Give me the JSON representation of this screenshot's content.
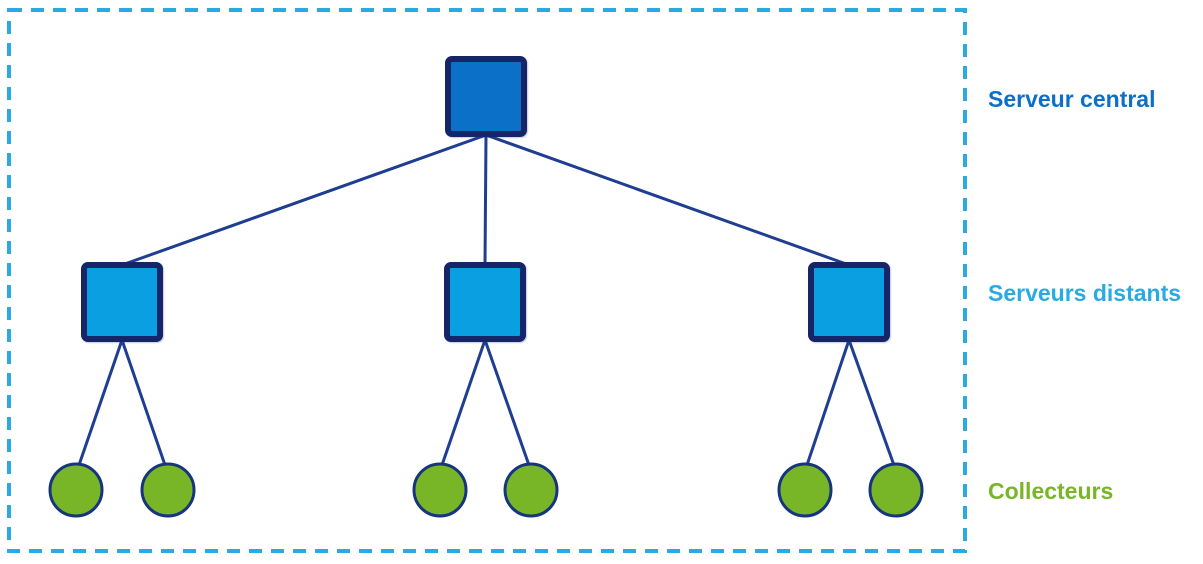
{
  "diagram": {
    "type": "hierarchy-tree",
    "levels": [
      {
        "id": "central",
        "label": "Serveur central",
        "shape": "square",
        "count": 1
      },
      {
        "id": "remote",
        "label": "Serveurs distants",
        "shape": "square",
        "count": 3
      },
      {
        "id": "collectors",
        "label": "Collecteurs",
        "shape": "circle",
        "count": 6
      }
    ],
    "structure": {
      "remote_servers_per_central": 3,
      "collectors_per_remote_server": 2
    }
  },
  "labels": {
    "central": "Serveur central",
    "remote": "Serveurs distants",
    "collectors": "Collecteurs"
  },
  "colors": {
    "background": "#ffffff",
    "boundary_dash": "#29abe2",
    "central_fill": "#0a70c8",
    "remote_fill": "#0a9fe0",
    "square_stroke": "#152568",
    "collector_fill": "#79b627",
    "collector_stroke": "#17357f",
    "connector_line": "#1f3d91",
    "label_central": "#0d70c8",
    "label_remote": "#29abe2",
    "label_collectors": "#79b627"
  }
}
